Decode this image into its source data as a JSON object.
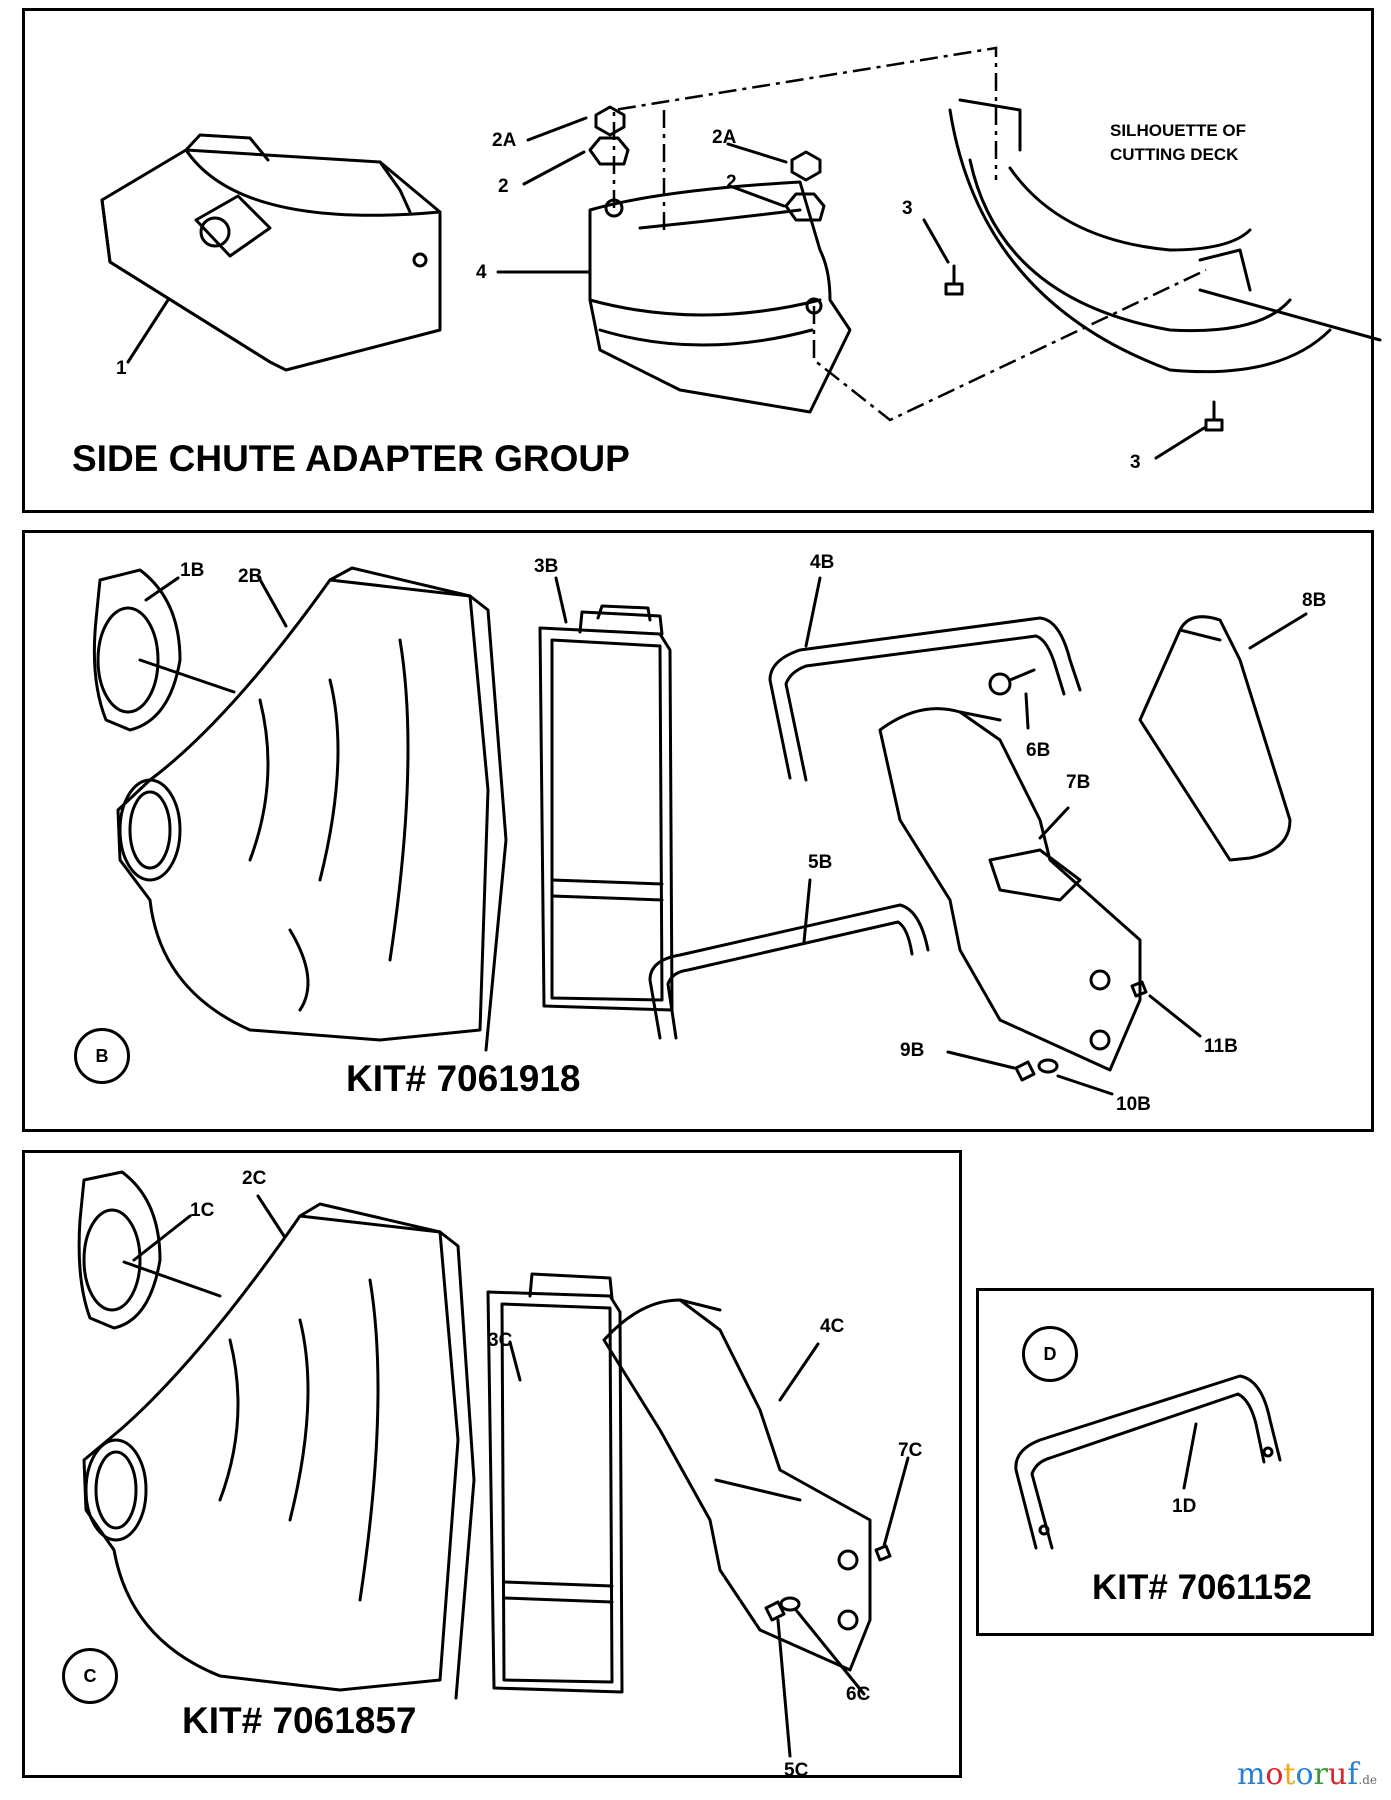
{
  "panel_a": {
    "title": "SIDE CHUTE ADAPTER GROUP",
    "note_line1": "SILHOUETTE OF",
    "note_line2": "CUTTING DECK",
    "callouts": {
      "c1": "1",
      "c2a_left": "2A",
      "c2_left": "2",
      "c2a_right": "2A",
      "c2_right": "2",
      "c3_top": "3",
      "c3_bottom": "3",
      "c4": "4"
    }
  },
  "panel_b": {
    "badge": "B",
    "kit": "KIT# 7061918",
    "callouts": {
      "c1b": "1B",
      "c2b": "2B",
      "c3b": "3B",
      "c4b": "4B",
      "c5b": "5B",
      "c6b": "6B",
      "c7b": "7B",
      "c8b": "8B",
      "c9b": "9B",
      "c10b": "10B",
      "c11b": "11B"
    }
  },
  "panel_c": {
    "badge": "C",
    "kit": "KIT# 7061857",
    "callouts": {
      "c1c": "1C",
      "c2c": "2C",
      "c3c": "3C",
      "c4c": "4C",
      "c5c": "5C",
      "c6c": "6C",
      "c7c": "7C"
    }
  },
  "panel_d": {
    "badge": "D",
    "kit": "KIT# 7061152",
    "callouts": {
      "c1d": "1D"
    }
  },
  "watermark": {
    "brand": "motoruf",
    "suffix": ".de",
    "colors": [
      "#2a7fd4",
      "#d9262b",
      "#f0a81c",
      "#2a7fd4",
      "#3a9a3a",
      "#d9262b",
      "#2a7fd4"
    ]
  }
}
